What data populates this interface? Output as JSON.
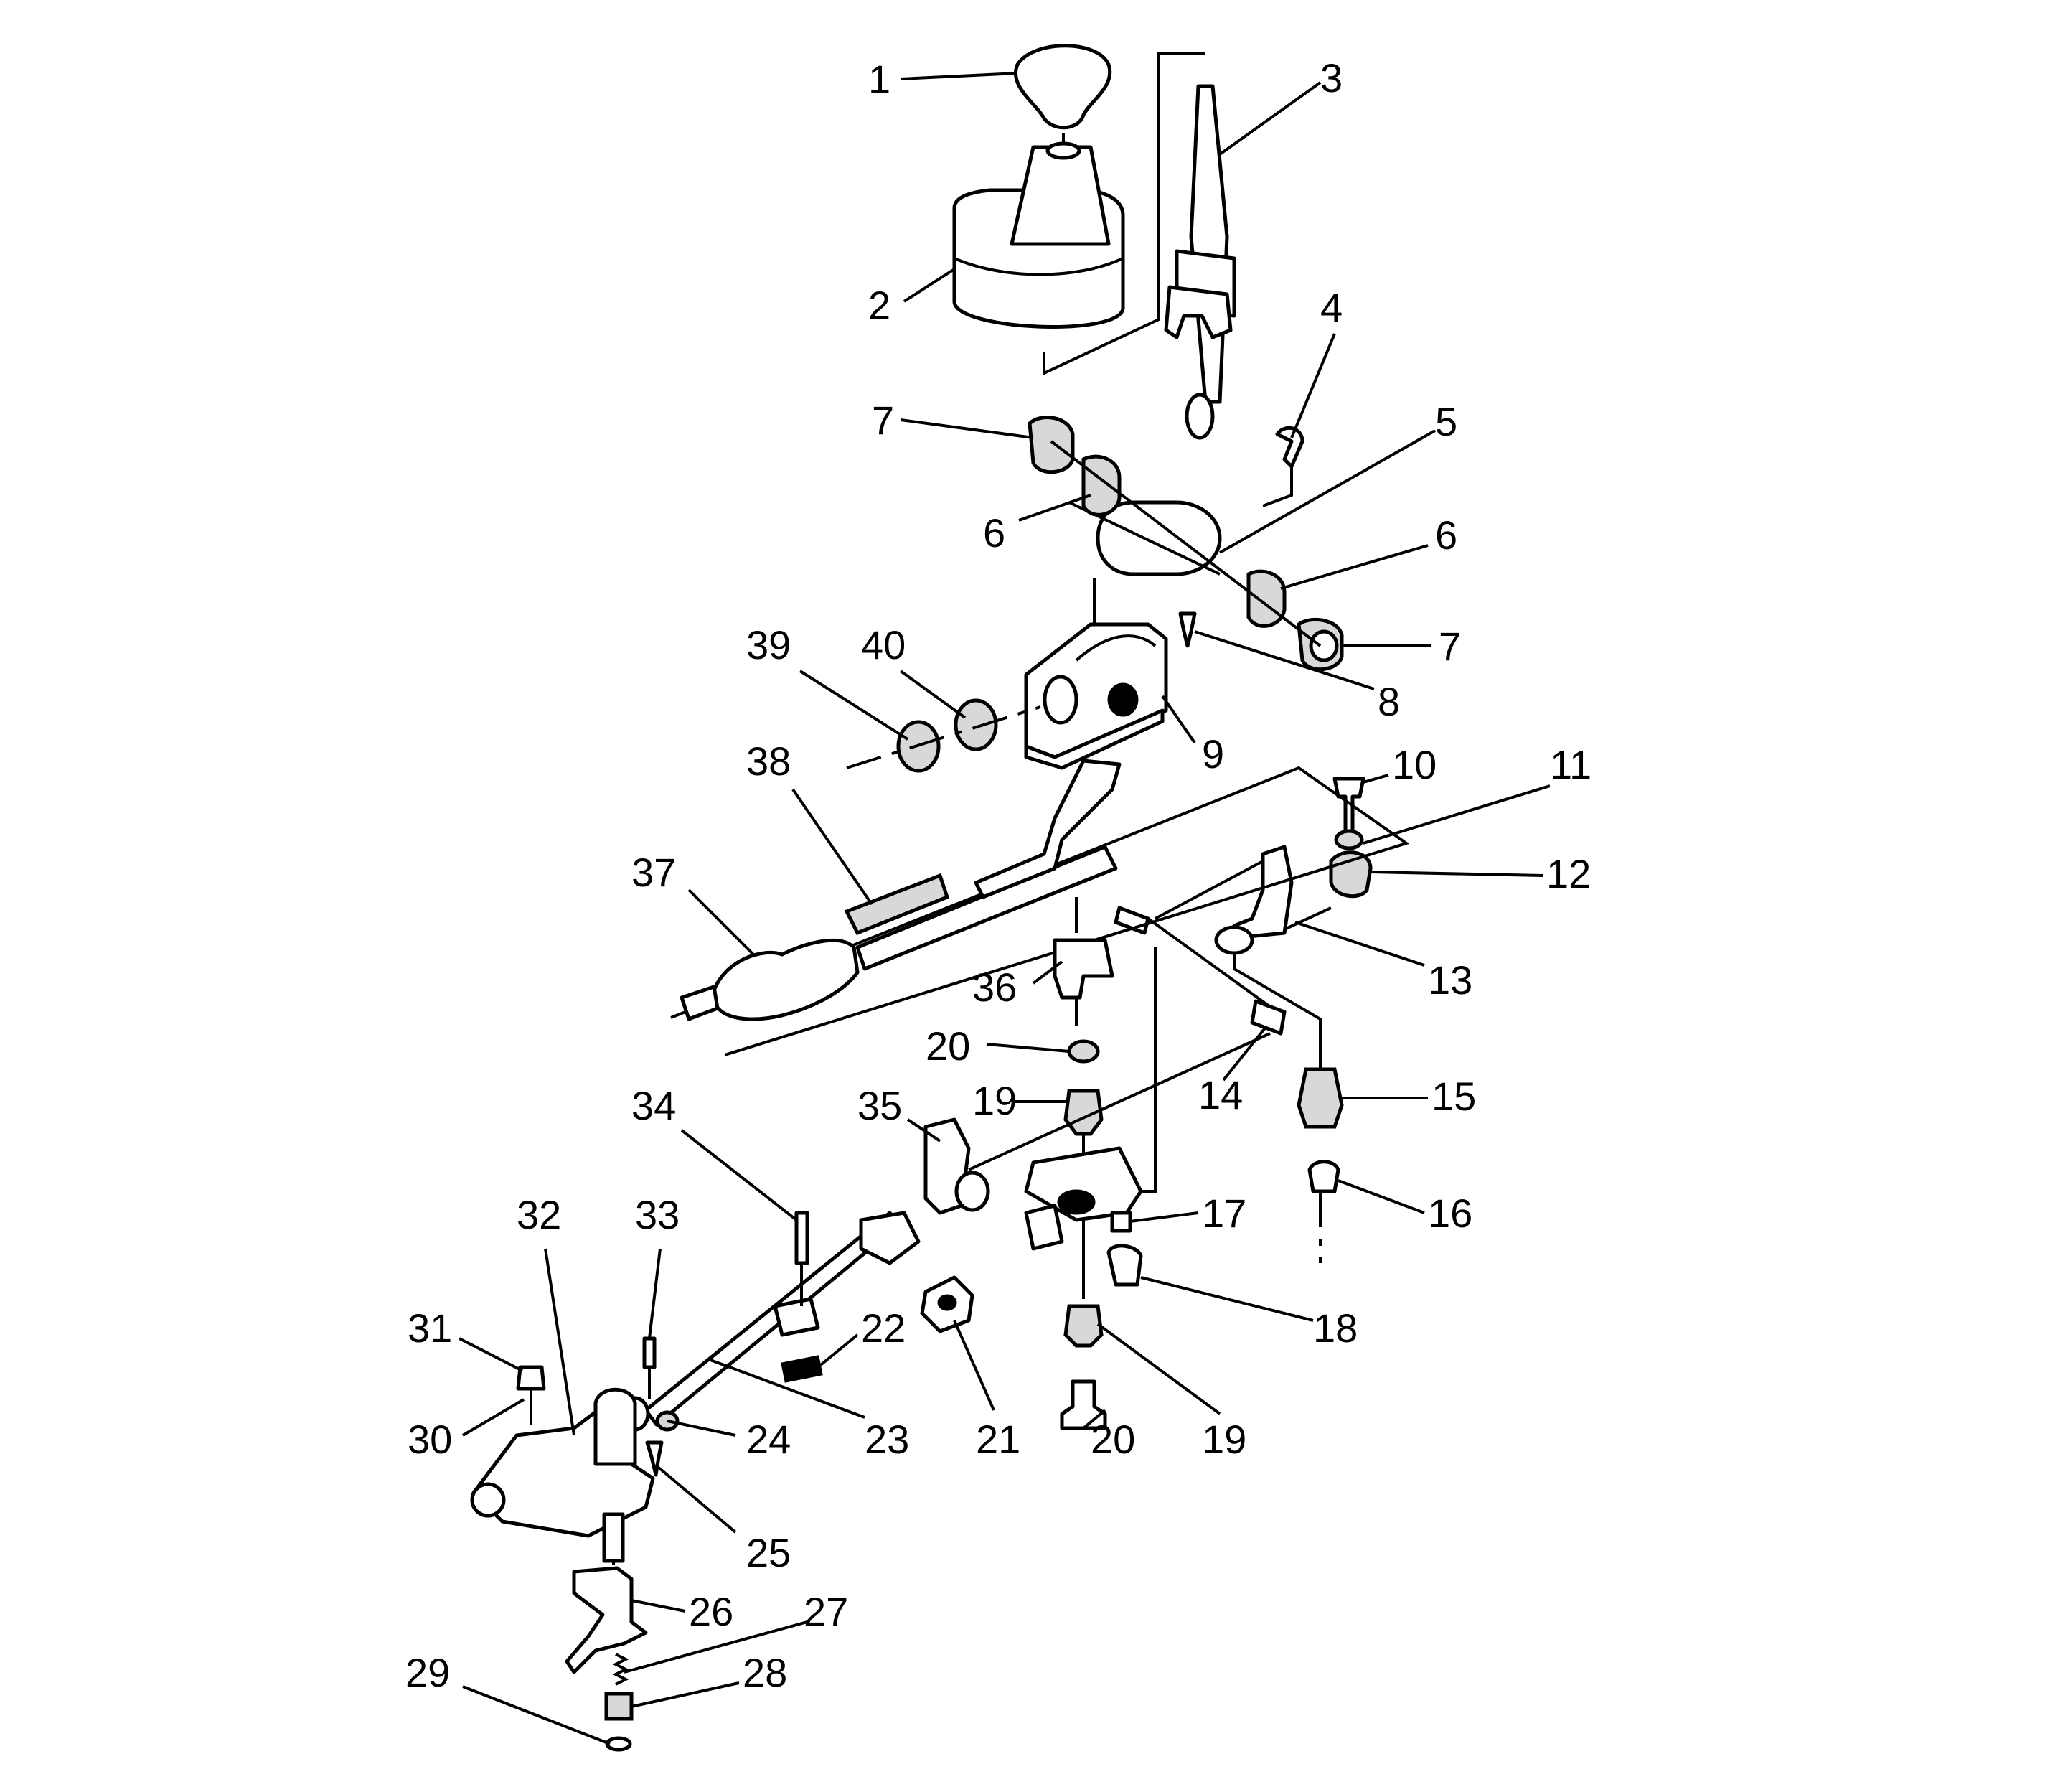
{
  "callouts": [
    "1",
    "2",
    "3",
    "4",
    "5",
    "6",
    "6",
    "7",
    "7",
    "8",
    "9",
    "10",
    "11",
    "12",
    "13",
    "14",
    "15",
    "16",
    "17",
    "18",
    "19",
    "19",
    "20",
    "20",
    "21",
    "22",
    "23",
    "24",
    "25",
    "26",
    "27",
    "28",
    "29",
    "30",
    "31",
    "32",
    "33",
    "34",
    "35",
    "36",
    "37",
    "38",
    "39",
    "40"
  ]
}
